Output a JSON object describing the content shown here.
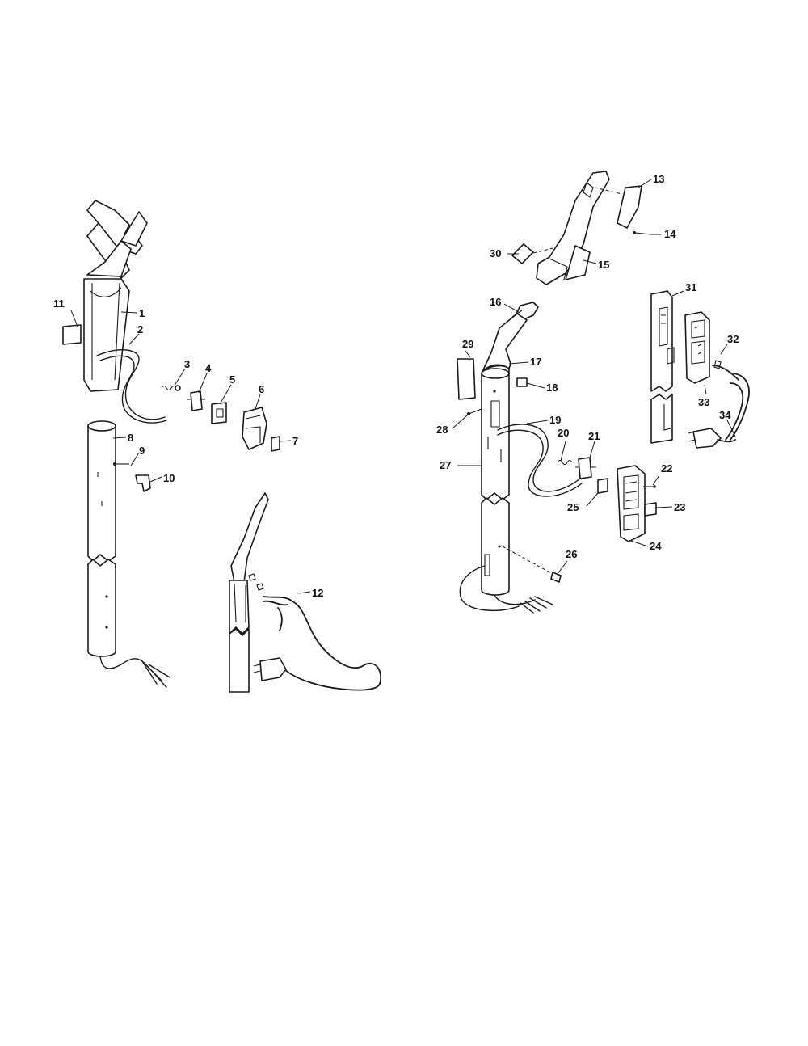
{
  "callouts": {
    "n1": "1",
    "n2": "2",
    "n3": "3",
    "n4": "4",
    "n5": "5",
    "n6": "6",
    "n7": "7",
    "n8": "8",
    "n9": "9",
    "n10": "10",
    "n11": "11",
    "n12": "12",
    "n13": "13",
    "n14": "14",
    "n15": "15",
    "n16": "16",
    "n17": "17",
    "n18": "18",
    "n19": "19",
    "n20": "20",
    "n21": "21",
    "n22": "22",
    "n23": "23",
    "n24": "24",
    "n25": "25",
    "n26": "26",
    "n27": "27",
    "n28": "28",
    "n29": "29",
    "n30": "30",
    "n31": "31",
    "n32": "32",
    "n33": "33",
    "n34": "34"
  },
  "colors": {
    "line": "#1a1a1a",
    "background": "#ffffff"
  }
}
